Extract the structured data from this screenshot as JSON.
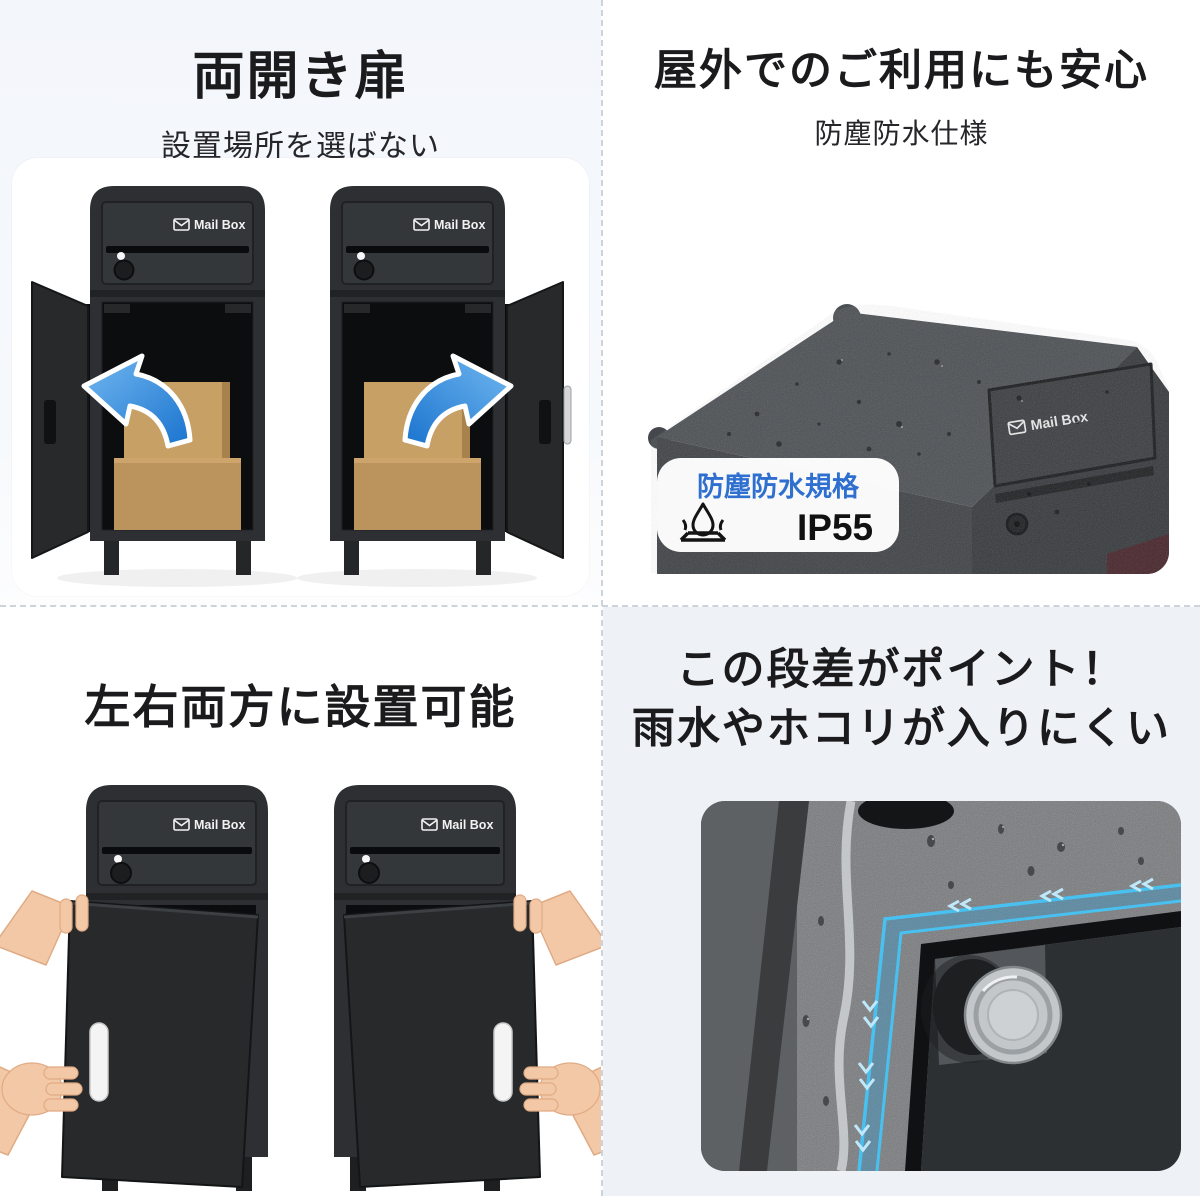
{
  "product": {
    "logo_label": "Mail Box"
  },
  "panels": {
    "double_door": {
      "title": "両開き扉",
      "subtitle": "設置場所を選ばない"
    },
    "outdoor": {
      "title": "屋外でのご利用にも安心",
      "subtitle": "防塵防水仕様",
      "badge_title": "防塵防水規格",
      "badge_rating": "IP55"
    },
    "both_sides": {
      "title": "左右両方に設置可能"
    },
    "step": {
      "title_line1": "この段差がポイント！",
      "title_line2": "雨水やホコリが入りにくい"
    }
  },
  "colors": {
    "accent_arrow_blue": "#1a73ce",
    "badge_text_blue": "#2e6fd0",
    "highlight_cyan": "#49c1f0",
    "cardboard_tan": "#c49d64",
    "mailbox_dark": "#2d2f32",
    "panel_bg_light_blue": "#f3f6fb",
    "panel_bg_gray": "#eef1f6",
    "divider_gray": "#ccd3da"
  }
}
